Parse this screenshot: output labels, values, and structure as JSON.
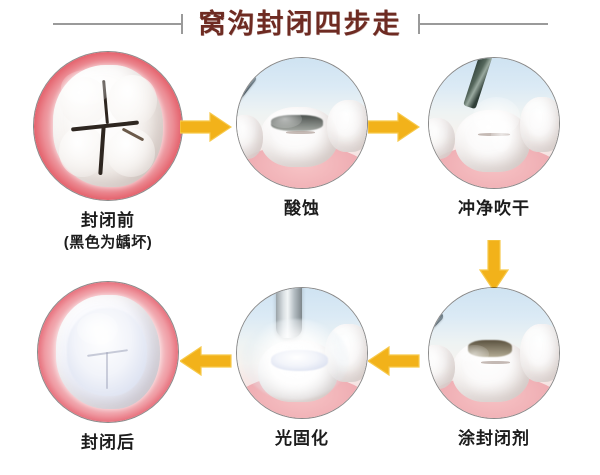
{
  "page": {
    "title": "窝沟封闭四步走",
    "language": "zh-CN",
    "background_color": "#ffffff",
    "title_color": "#6e2b22",
    "rule_color": "#9a9a9a",
    "arrow_color": "#f2b21a"
  },
  "steps": [
    {
      "id": "before-sealing",
      "order": 1,
      "caption": "封闭前",
      "subcaption": "(黑色为龋坏)",
      "view": "occlusal",
      "illustration": "molar with deep dark fissures surrounded by red inflamed gum"
    },
    {
      "id": "acid-etching",
      "order": 2,
      "caption": "酸蚀",
      "subcaption": "",
      "view": "buccal",
      "illustration": "dark applicator brush placing etching gel on the occlusal surface"
    },
    {
      "id": "rinse-and-dry",
      "order": 3,
      "caption": "冲净吹干",
      "subcaption": "",
      "view": "buccal",
      "illustration": "air water syringe tip rinsing and drying the etched tooth"
    },
    {
      "id": "apply-sealant",
      "order": 4,
      "caption": "涂封闭剂",
      "subcaption": "",
      "view": "buccal",
      "illustration": "applicator brush painting the sealant into the pits and fissures"
    },
    {
      "id": "light-curing",
      "order": 5,
      "caption": "光固化",
      "subcaption": "",
      "view": "buccal",
      "illustration": "curing light wand emitting bright light onto the sealed tooth"
    },
    {
      "id": "after-sealing",
      "order": 6,
      "caption": "封闭后",
      "subcaption": "",
      "view": "occlusal",
      "illustration": "molar with smooth whitish blue sealant covering the fissures"
    }
  ],
  "arrows": [
    {
      "id": "arrow-1",
      "direction": "right",
      "from": "封闭前",
      "to": "酸蚀"
    },
    {
      "id": "arrow-2",
      "direction": "right",
      "from": "酸蚀",
      "to": "冲净吹干"
    },
    {
      "id": "arrow-3",
      "direction": "down",
      "from": "冲净吹干",
      "to": "涂封闭剂"
    },
    {
      "id": "arrow-4",
      "direction": "left",
      "from": "涂封闭剂",
      "to": "光固化"
    },
    {
      "id": "arrow-5",
      "direction": "left",
      "from": "光固化",
      "to": "封闭后"
    }
  ]
}
